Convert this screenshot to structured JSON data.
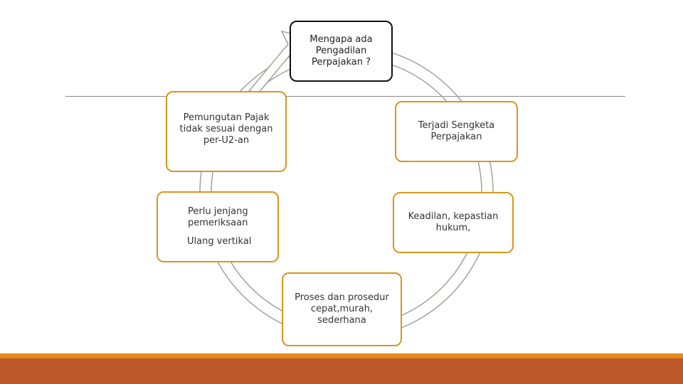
{
  "diagram": {
    "center_question": "Mengapa ada\nPengadilan\nPerpajakan ?",
    "steps": [
      {
        "id": "pemungutan",
        "text": "Pemungutan Pajak\ntidak sesuai dengan\nper-U2-an"
      },
      {
        "id": "sengketa",
        "text": "Terjadi Sengketa\nPerpajakan"
      },
      {
        "id": "keadilan",
        "text": "Keadilan, kepastian\nhukum,"
      },
      {
        "id": "proses",
        "text": "Proses dan prosedur\ncepat,murah,\nsederhana"
      },
      {
        "id": "jenjang",
        "text": "Perlu jenjang\npemeriksaan",
        "extra": "Ulang vertikal"
      }
    ]
  },
  "colors": {
    "box_border": "#d9951f",
    "top_box_border": "#111111",
    "cycle_arrow": "#8a8f86",
    "footer_orange": "#e58a1f",
    "footer_rust": "#bd582c"
  }
}
